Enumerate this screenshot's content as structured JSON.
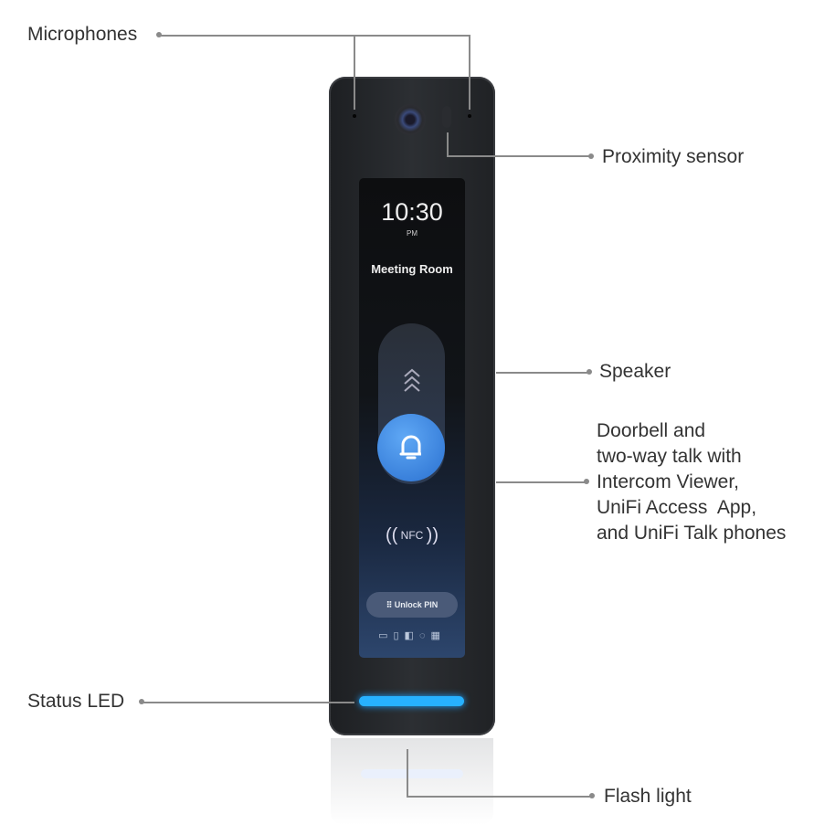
{
  "screen": {
    "time": "10:30",
    "ampm": "PM",
    "room": "Meeting Room",
    "nfc": "NFC",
    "unlock_pin": "Unlock PIN"
  },
  "callouts": {
    "microphones": "Microphones",
    "proximity": "Proximity sensor",
    "speaker": "Speaker",
    "doorbell": [
      "Doorbell and",
      "two-way talk with",
      "Intercom Viewer,",
      "UniFi Access  App,",
      "and UniFi Talk phones"
    ],
    "status_led": "Status LED",
    "flash_light": "Flash light"
  },
  "colors": {
    "led": "#27b1ff",
    "bell": "#3a86e0"
  }
}
